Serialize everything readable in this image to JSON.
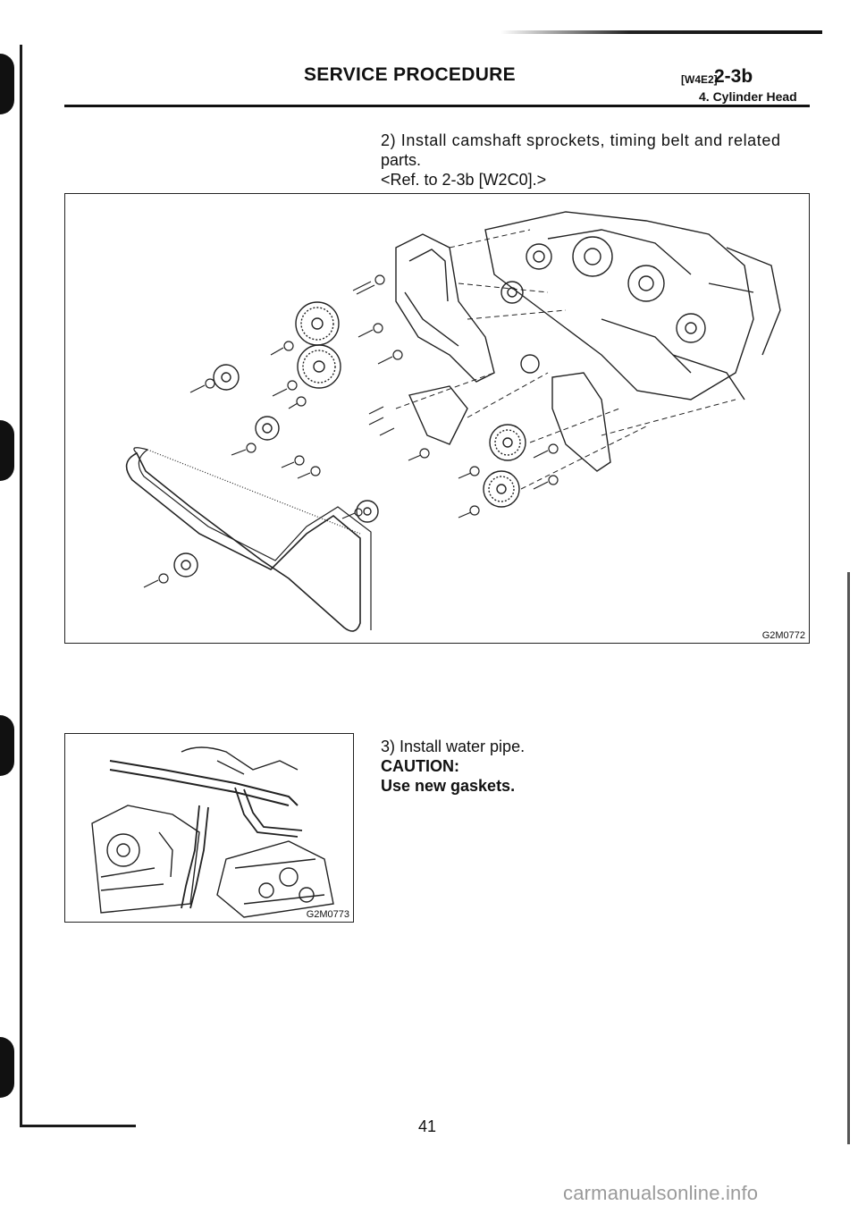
{
  "header": {
    "title": "SERVICE PROCEDURE",
    "code": "[W4E2]",
    "section": "2-3b",
    "subtitle": "4. Cylinder Head"
  },
  "steps": [
    {
      "lines": [
        "2) Install camshaft sprockets, timing belt and related",
        "parts.",
        "<Ref. to 2-3b [W2C0].>"
      ]
    },
    {
      "lines": [
        "3) Install water pipe."
      ],
      "caution_label": "CAUTION:",
      "caution_text": "Use new gaskets."
    }
  ],
  "figures": [
    {
      "code": "G2M0772"
    },
    {
      "code": "G2M0773"
    }
  ],
  "page_number": "41",
  "footer": {
    "site": "carmanualsonline.info"
  }
}
